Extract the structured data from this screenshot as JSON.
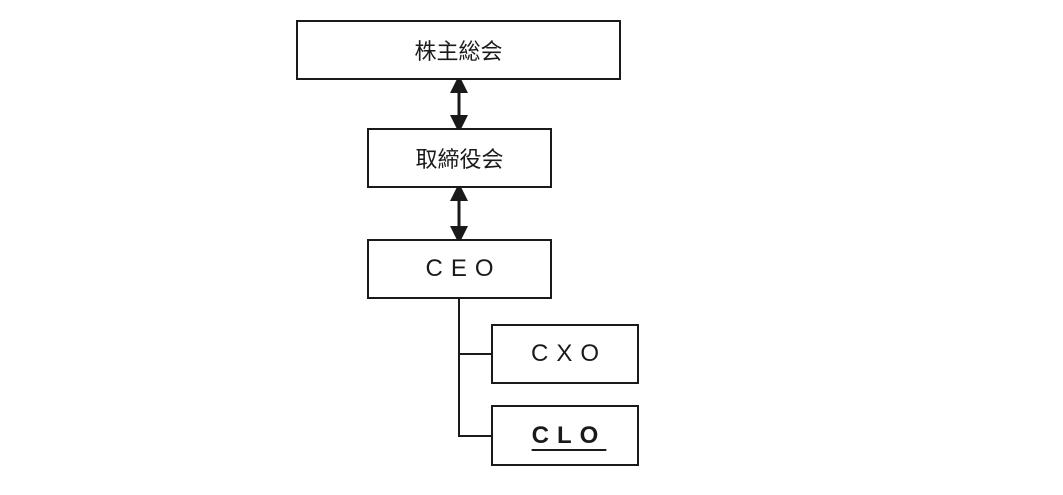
{
  "diagram": {
    "nodes": {
      "shareholders_meeting": "株主総会",
      "board_of_directors": "取締役会",
      "ceo": "CEO",
      "cxo": "CXO",
      "clo": "CLO"
    },
    "edges": [
      {
        "from": "shareholders_meeting",
        "to": "board_of_directors",
        "style": "bidirectional-arrow"
      },
      {
        "from": "board_of_directors",
        "to": "ceo",
        "style": "bidirectional-arrow"
      },
      {
        "from": "ceo",
        "to": "cxo",
        "style": "line"
      },
      {
        "from": "ceo",
        "to": "clo",
        "style": "line"
      }
    ],
    "emphasized_node": "clo",
    "colors": {
      "stroke": "#1a1a1a",
      "background": "#ffffff"
    }
  }
}
